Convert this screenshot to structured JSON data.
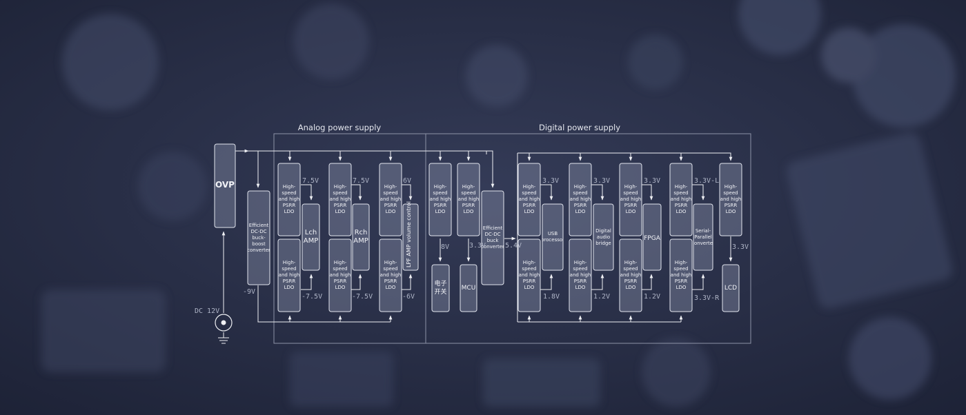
{
  "colors": {
    "background": "#2a3048",
    "box_fill": "#8c94ac",
    "line": "#f0f1f5",
    "text": "#f2f3f7"
  },
  "sections": {
    "analog": "Analog power supply",
    "digital": "Digital power supply"
  },
  "input": {
    "ovp": "OVP",
    "dc": "DC 12V"
  },
  "ldo_label": "High-speed and high PSRR LDO",
  "analog": {
    "buck_boost": "Efficient DC-DC buck-boost converter",
    "neg_rail": "-9V",
    "lch_amp": "Lch AMP",
    "rch_amp": "Rch AMP",
    "lpf": "LPF AMP volume control",
    "v_lch_pos": "7.5V",
    "v_lch_neg": "-7.5V",
    "v_rch_pos": "7.5V",
    "v_rch_neg": "-7.5V",
    "v_lpf_pos": "6V",
    "v_lpf_neg": "-6V"
  },
  "mid": {
    "switch": "电子开关",
    "mcu": "MCU",
    "v_switch": "8V",
    "v_mcu": "3.3V",
    "buck": "Efficient DC-DC buck converter",
    "v_buck": "5.4V"
  },
  "digital": {
    "usb": "USB processor",
    "bridge": "Digital audio bridge",
    "fpga": "FPGA",
    "sp": "Serial-Parallel converter",
    "lcd": "LCD",
    "v_usb_top": "3.3V",
    "v_usb_bot": "1.8V",
    "v_bridge_top": "3.3V",
    "v_bridge_bot": "1.2V",
    "v_fpga_top": "3.3V",
    "v_fpga_bot": "1.2V",
    "v_sp_top": "3.3V-L",
    "v_sp_bot": "3.3V-R",
    "v_lcd": "3.3V"
  }
}
